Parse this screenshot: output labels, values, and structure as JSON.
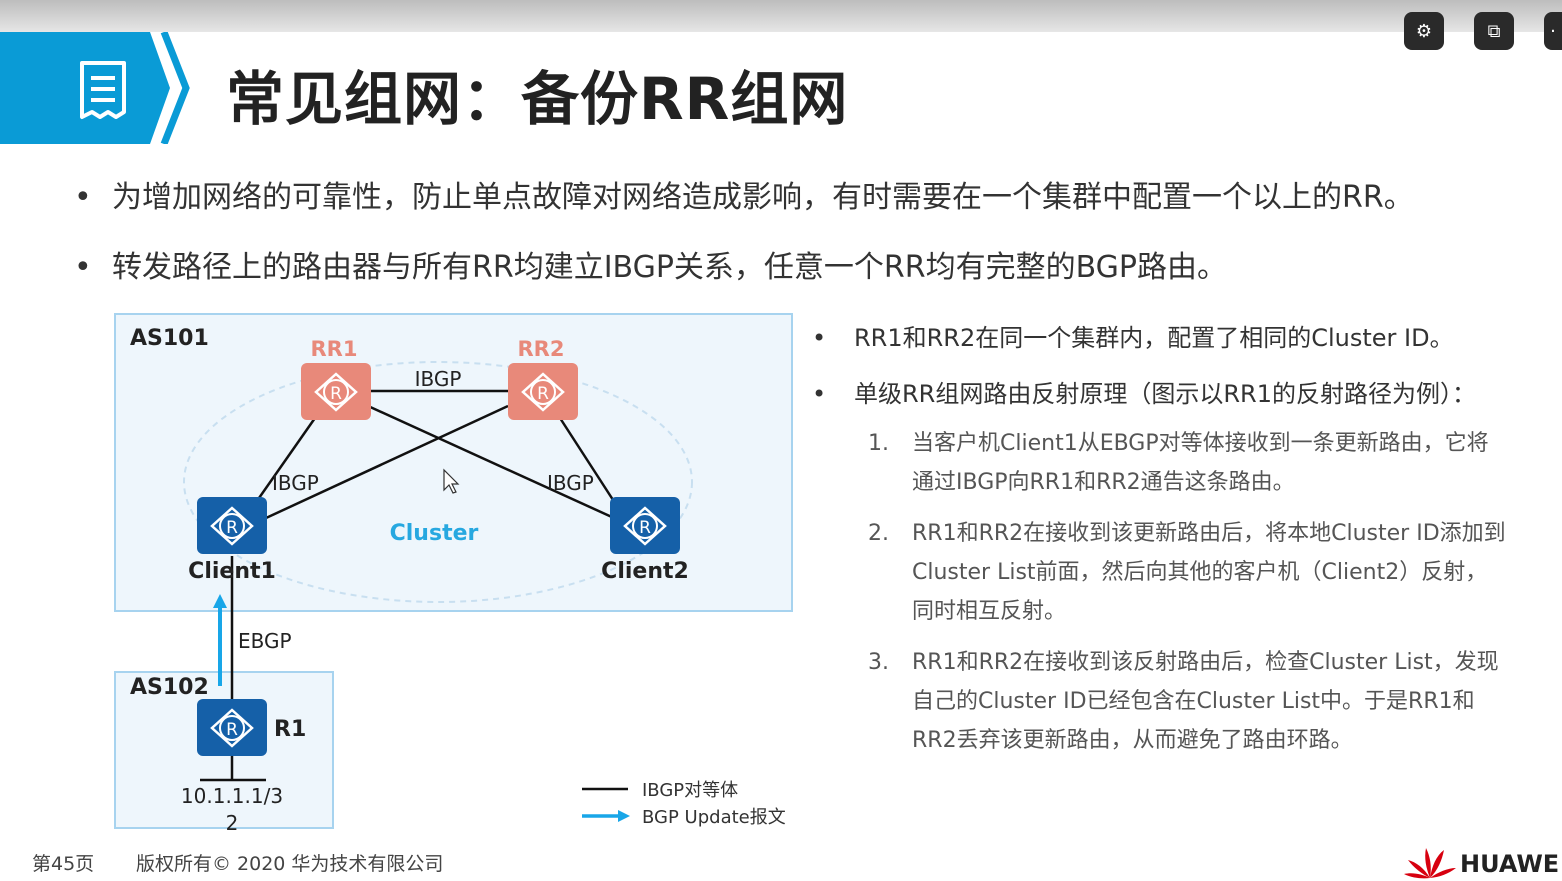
{
  "title": "常见组网：备份RR组网",
  "bullets": [
    "为增加网络的可靠性，防止单点故障对网络造成影响，有时需要在一个集群中配置一个以上的RR。",
    "转发路径上的路由器与所有RR均建立IBGP关系，任意一个RR均有完整的BGP路由。"
  ],
  "diagram": {
    "as101_label": "AS101",
    "as102_label": "AS102",
    "rr1_label": "RR1",
    "rr2_label": "RR2",
    "client1_label": "Client1",
    "client2_label": "Client2",
    "r1_label": "R1",
    "cluster_label": "Cluster",
    "ibgp_top_label": "IBGP",
    "ibgp_left_label": "IBGP",
    "ibgp_right_label": "IBGP",
    "ebgp_label": "EBGP",
    "network_label_line1": "10.1.1.1/3",
    "network_label_line2": "2",
    "router_glyph": "R",
    "legend_ibgp": "IBGP对等体",
    "legend_update": "BGP Update报文"
  },
  "right": {
    "bullet1": "RR1和RR2在同一个集群内，配置了相同的Cluster ID。",
    "bullet2": "单级RR组网路由反射原理（图示以RR1的反射路径为例）：",
    "steps": [
      {
        "num": "1.",
        "line1": "当客户机Client1从EBGP对等体接收到一条更新路由，它将",
        "line2": "通过IBGP向RR1和RR2通告这条路由。",
        "line3": ""
      },
      {
        "num": "2.",
        "line1": "RR1和RR2在接收到该更新路由后，将本地Cluster ID添加到",
        "line2": "Cluster List前面，然后向其他的客户机（Client2）反射，",
        "line3": "同时相互反射。"
      },
      {
        "num": "3.",
        "line1": "RR1和RR2在接收到该反射路由后，检查Cluster List，发现",
        "line2": "自己的Cluster ID已经包含在Cluster List中。于是RR1和",
        "line3": "RR2丢弃该更新路由，从而避免了路由环路。"
      }
    ]
  },
  "footer": {
    "page": "第45页",
    "copyright": "版权所有© 2020 华为技术有限公司",
    "logo_text": "HUAWE"
  },
  "colors": {
    "brand_blue": "#0a9bd6",
    "rr_salmon": "#e8897a",
    "router_blue": "#1560a8",
    "cluster_blue": "#27a8e0",
    "arrow_blue": "#18a6e8",
    "huawei_red": "#d7000f"
  },
  "icons": {
    "title_icon": "document-icon",
    "control_1": "puzzle-icon",
    "control_2": "window-icon"
  }
}
